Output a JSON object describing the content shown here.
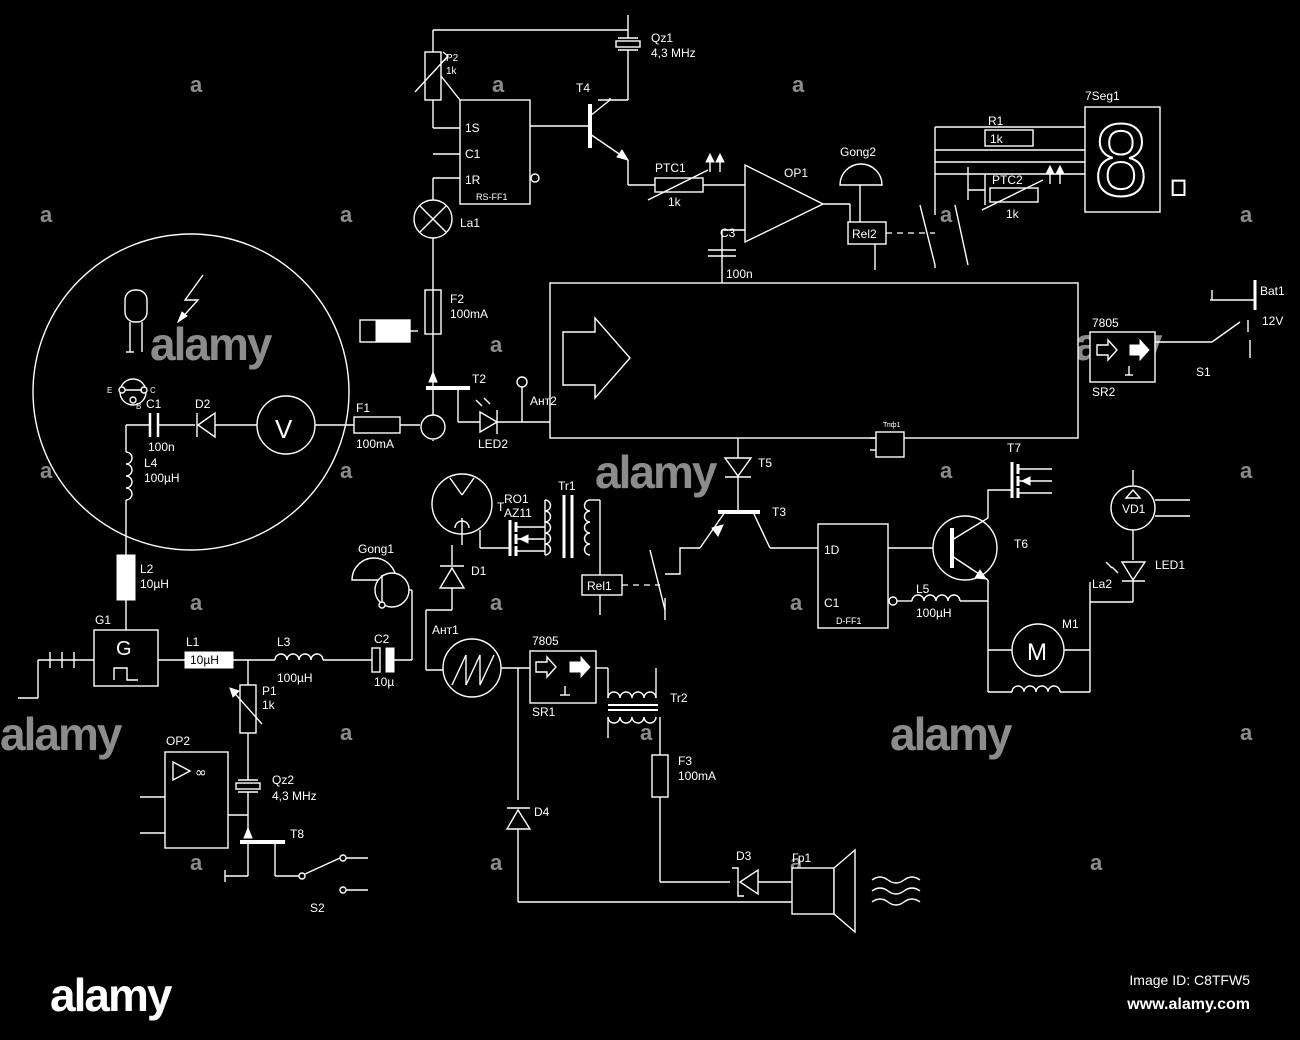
{
  "labels": {
    "qz1": "Qz1",
    "qz1_val": "4,3 MHz",
    "p2": "P2",
    "p2_val": "1k",
    "ff1_s": "1S",
    "ff1_c": "C1",
    "ff1_r": "1R",
    "ff1": "RS-FF1",
    "t4": "T4",
    "ptc1": "PTC1",
    "ptc1_val": "1k",
    "op1": "OP1",
    "gong2": "Gong2",
    "rel2": "Rel2",
    "c3": "C3",
    "c3_val": "100n",
    "r1": "R1",
    "r1_val": "1k",
    "seg": "7Seg1",
    "ptc2": "PTC2",
    "ptc2_val": "1k",
    "bat1": "Bat1",
    "v12": "12V",
    "reg2": "7805",
    "sr2": "SR2",
    "s1": "S1",
    "la1": "La1",
    "f2": "F2",
    "f2_val": "100mA",
    "t2": "T2",
    "ant2": "Ант2",
    "led2": "LED2",
    "c1": "C1",
    "c1_val": "100n",
    "d2": "D2",
    "f1": "F1",
    "f1_val": "100mA",
    "v": "V",
    "l4": "L4",
    "l4_val": "100µH",
    "e": "E",
    "c": "C",
    "b": "B",
    "tpf1": "Тпф1",
    "t5": "T5",
    "t7": "T7",
    "vd1": "VD1",
    "ro1": "RO1",
    "az11": "AZ11",
    "t_ro": "T",
    "tr1": "Tr1",
    "t3": "T3",
    "ff2_d": "1D",
    "ff2_c": "C1",
    "ff2": "D-FF1",
    "t6": "T6",
    "led1": "LED1",
    "la2": "La2",
    "gong1": "Gong1",
    "d1": "D1",
    "rel1": "Rel1",
    "l5": "L5",
    "l5_val": "100µH",
    "m1": "M1",
    "m": "M",
    "l2": "L2",
    "l2_val": "10µH",
    "g1": "G1",
    "g": "G",
    "l1": "L1",
    "l1_val": "10µH",
    "l3": "L3",
    "l3_val": "100µH",
    "c2": "C2",
    "c2_val": "10µ",
    "ant1": "Ант1",
    "reg1": "7805",
    "sr1": "SR1",
    "tr2": "Tr2",
    "p1": "P1",
    "p1_val": "1k",
    "op2": "OP2",
    "inf": "∞",
    "qz2": "Qz2",
    "qz2_val": "4,3 MHz",
    "t8": "T8",
    "s2": "S2",
    "f3": "F3",
    "f3_val": "100mA",
    "d4": "D4",
    "d3": "D3",
    "gr1": "Гр1",
    "seg_digit": "8."
  },
  "watermark": {
    "logo": "alamy",
    "tile": "a",
    "image_id": "Image ID: C8TFW5",
    "url": "www.alamy.com"
  },
  "colors": {
    "background": "#000000",
    "line": "#ffffff"
  }
}
